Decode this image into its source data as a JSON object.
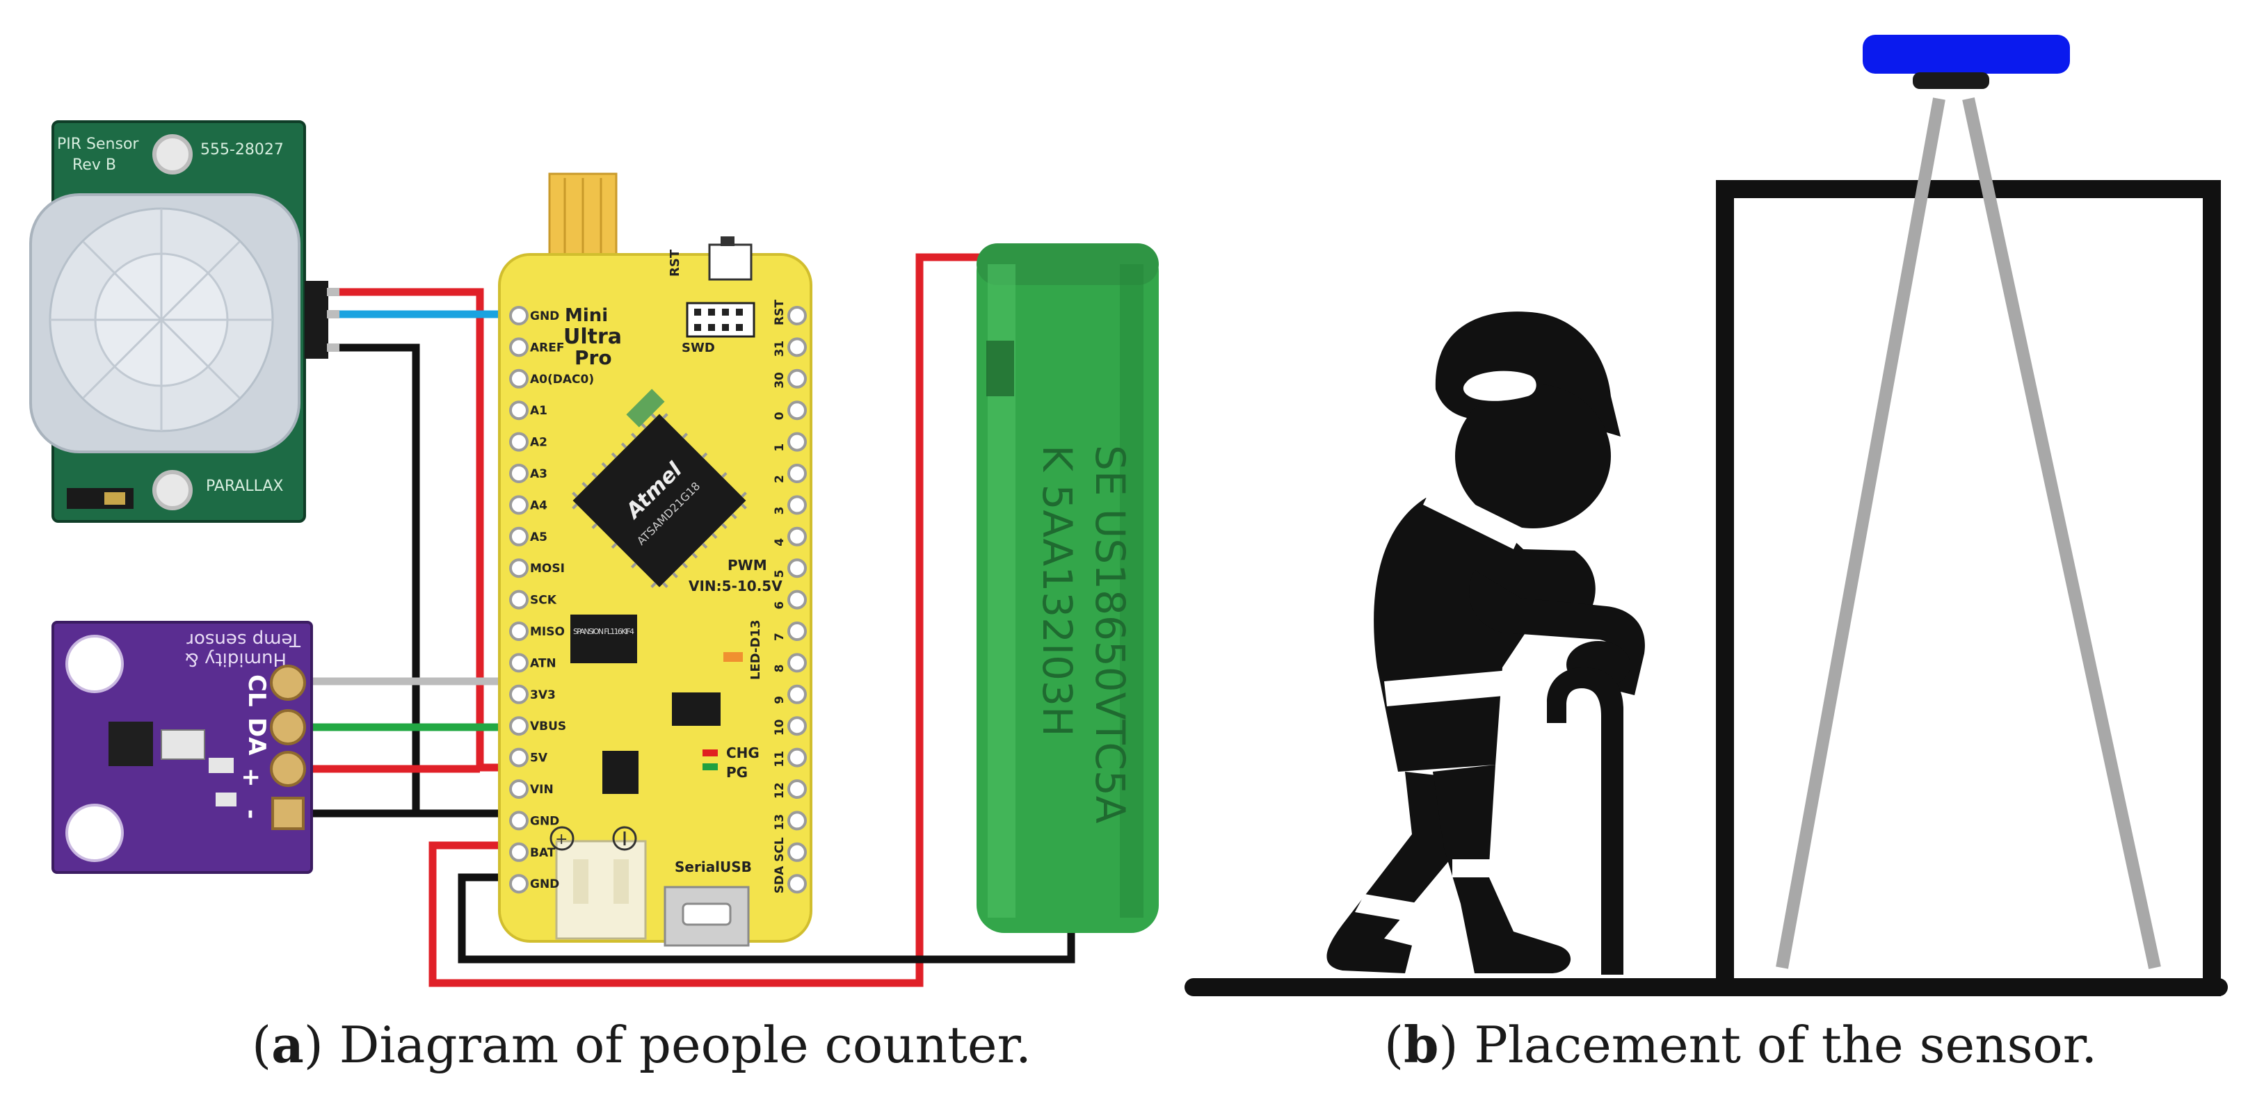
{
  "colors": {
    "wire_red": "#e02028",
    "wire_blue": "#1aa3e0",
    "wire_black": "#111111",
    "wire_green": "#22a843",
    "wire_gray": "#bcbcbc",
    "pir_board": "#1d6b45",
    "temp_board": "#5a2d91",
    "mcu_board": "#f3e34c",
    "battery": "#33a64a",
    "sensor_blue": "#0a1aee",
    "ray_gray": "#a8a8a8"
  },
  "pir": {
    "title": "PIR Sensor",
    "rev": "Rev B",
    "part": "555-28027",
    "brand": "PARALLAX"
  },
  "temp_sensor": {
    "line1": "Temp sensor",
    "line2": "Humidity &",
    "pins": [
      "CL",
      "DA",
      "+",
      "-"
    ]
  },
  "mcu": {
    "name1": "Mini",
    "name2": "Ultra",
    "name3": "Pro",
    "chip_brand": "Atmel",
    "chip_model": "ATSAMD21G18",
    "flash_label": "SPANSION FL116KIF4",
    "vin_label": "VIN:5-10.5V",
    "pwm_label": "PWM",
    "rst_label": "RST",
    "swd_label": "SWD",
    "led_label": "LED-D13",
    "chg_label": "CHG",
    "pg_label": "PG",
    "serialusb_label": "SerialUSB",
    "left_pins": [
      "GND",
      "AREF",
      "A0(DAC0)",
      "A1",
      "A2",
      "A3",
      "A4",
      "A5",
      "MOSI",
      "SCK",
      "MISO",
      "ATN",
      "3V3",
      "VBUS",
      "5V",
      "VIN",
      "GND",
      "BAT",
      "GND"
    ],
    "right_pins": [
      "RST",
      "31",
      "30",
      "0",
      "1",
      "2",
      "3",
      "4",
      "5",
      "6",
      "7",
      "8",
      "9",
      "10",
      "11",
      "12",
      "13",
      "SCL",
      "SDA"
    ]
  },
  "battery": {
    "text1": "SE US18650VTC5A",
    "text2": "K 5AA132I03H"
  },
  "captions": {
    "a_letter": "a",
    "a_text": " Diagram of people counter.",
    "b_letter": "b",
    "b_text": " Placement of the sensor."
  }
}
